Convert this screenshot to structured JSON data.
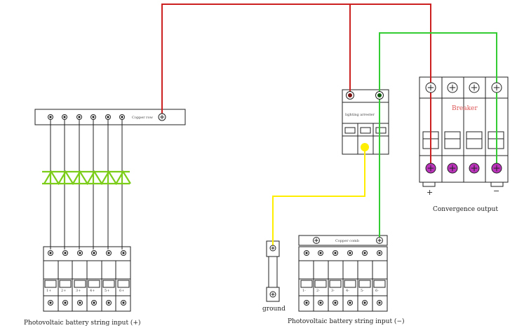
{
  "labels": {
    "copper_row": "Copper row",
    "lightning_arrester": "lighting arrester",
    "breaker": "Breaker",
    "copper_comb": "Copper comb",
    "plus": "+",
    "minus": "−",
    "convergence_output": "Convergence output",
    "ground": "ground",
    "pv_input_positive": "Photovoltaic battery string input (+)",
    "pv_input_negative": "Photovoltaic battery string input (−)"
  },
  "left_switch_labels": [
    "1+",
    "2+",
    "3+",
    "4+",
    "5+",
    "6+"
  ],
  "right_switch_labels": [
    "1-",
    "2-",
    "3-",
    "4-",
    "5-",
    "6-"
  ],
  "colors": {
    "positive_wire": "#cc1f1f",
    "negative_wire": "#33cc33",
    "ground_wire": "#ffee00",
    "fuse": "#7ccc1a",
    "breaker_text": "#dd5555",
    "terminal_magenta": "#bb33bb",
    "line": "#222222"
  }
}
